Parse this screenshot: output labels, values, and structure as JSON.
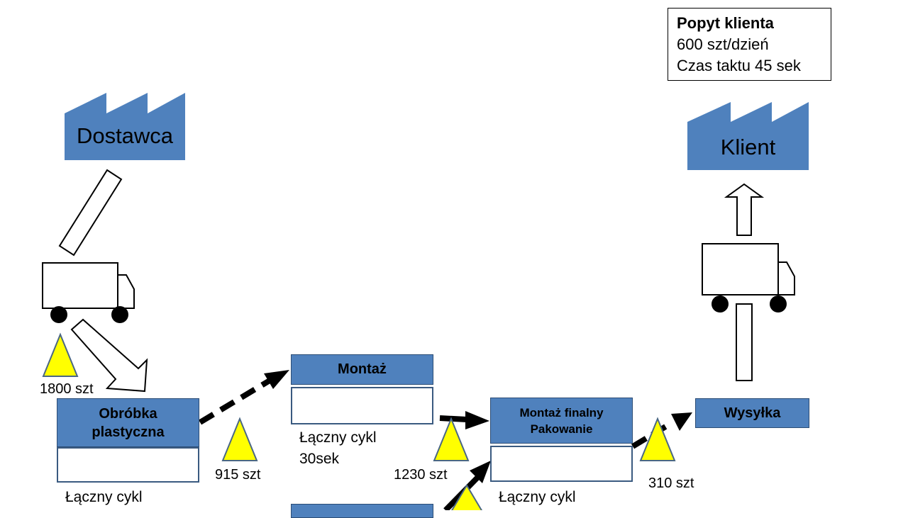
{
  "customer_demand": {
    "title": "Popyt klienta",
    "demand": "600 szt/dzień",
    "takt": "Czas taktu  45 sek"
  },
  "supplier": {
    "label": "Dostawca"
  },
  "customer": {
    "label": "Klient"
  },
  "processes": {
    "obrobka": {
      "label_line1": "Obróbka",
      "label_line2": "plastyczna",
      "cycle": "Łączny cykl"
    },
    "montaz": {
      "label": "Montaż",
      "cycle": "Łączny cykl",
      "cycle_value": "30sek"
    },
    "montaz_final": {
      "label_line1": "Montaż finalny",
      "label_line2": "Pakowanie",
      "cycle": "Łączny cykl"
    },
    "wysylka": {
      "label": "Wysyłka"
    }
  },
  "inventory": {
    "i1": "1800 szt",
    "i2": "915 szt",
    "i3": "1230 szt",
    "i4": "310 szt"
  },
  "colors": {
    "process_fill": "#4f81bd",
    "factory_fill": "#4f81bd",
    "inventory_fill": "#ffff00",
    "inventory_stroke": "#4a6784"
  }
}
